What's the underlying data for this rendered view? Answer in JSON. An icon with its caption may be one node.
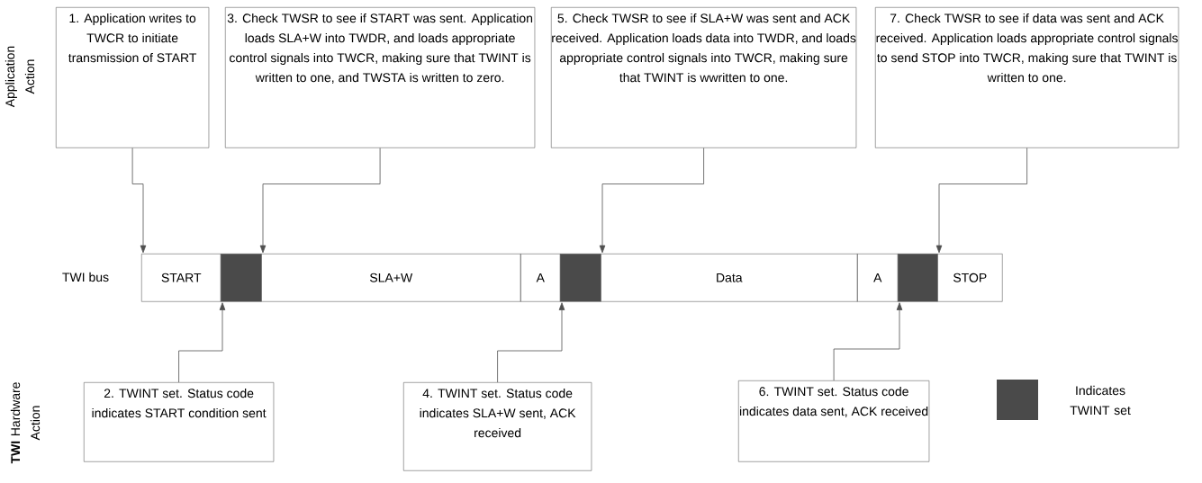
{
  "diagram": {
    "nodes": [
      {
        "text": [
          "1. Application writes to TWCR to initiate transmission of START"
        ]
      },
      {
        "text": [
          "3. Check TWSR to see if START was sent. Application loads SLA+W into TWDR, and loads appropriate control signals into TWCR, making sure that TWINT is written to one, and TWSTA is written to zero."
        ]
      },
      {
        "text": [
          "5. Check TWSR to see if SLA+W was sent and ACK received. Application loads data into TWDR, and loads appropriate control signals into TWCR, making sure that TWINT is wwritten to one."
        ]
      },
      {
        "text": [
          "7. Check TWSR to see if data was sent and ACK received. Application loads appropriate control signals to send STOP into TWCR, making sure that TWINT is written to one."
        ]
      },
      {
        "text": [
          "START"
        ]
      },
      {
        "text": [],
        "shape": "box"
      },
      {
        "text": [
          "SLA+W"
        ]
      },
      {
        "text": [
          "A"
        ]
      },
      {
        "text": [],
        "shape": "box"
      },
      {
        "text": [
          "Data"
        ]
      },
      {
        "text": [
          "A"
        ]
      },
      {
        "text": [],
        "shape": "box"
      },
      {
        "text": [
          "STOP"
        ]
      },
      {
        "text": [
          "2. TWINT set. Status code indicates START condition sent"
        ]
      },
      {
        "text": [
          "4. TWINT set. Status code indicates SLA+W sent, ACK received"
        ]
      },
      {
        "text": [
          "6. TWINT set. Status code indicates data sent, ACK received"
        ]
      }
    ],
    "edges": [
      {
        "from": 0,
        "to": 4,
        "arrow": "to"
      },
      {
        "from": 1,
        "to": 6,
        "arrow": "to"
      },
      {
        "from": 2,
        "to": 9,
        "arrow": "to"
      },
      {
        "from": 3,
        "to": 12,
        "arrow": "to"
      },
      {
        "from": 13,
        "to": 5,
        "arrow": "to"
      },
      {
        "from": 14,
        "to": 8,
        "arrow": "to"
      },
      {
        "from": 15,
        "to": 11,
        "arrow": "to"
      }
    ],
    "labels": [
      "Application Action",
      "TWI bus",
      "**TWI** Hardware Action"
    ],
    "legend": [
      {
        "text": "Indicates TWINT set",
        "color": "#4a4a4a"
      }
    ]
  }
}
